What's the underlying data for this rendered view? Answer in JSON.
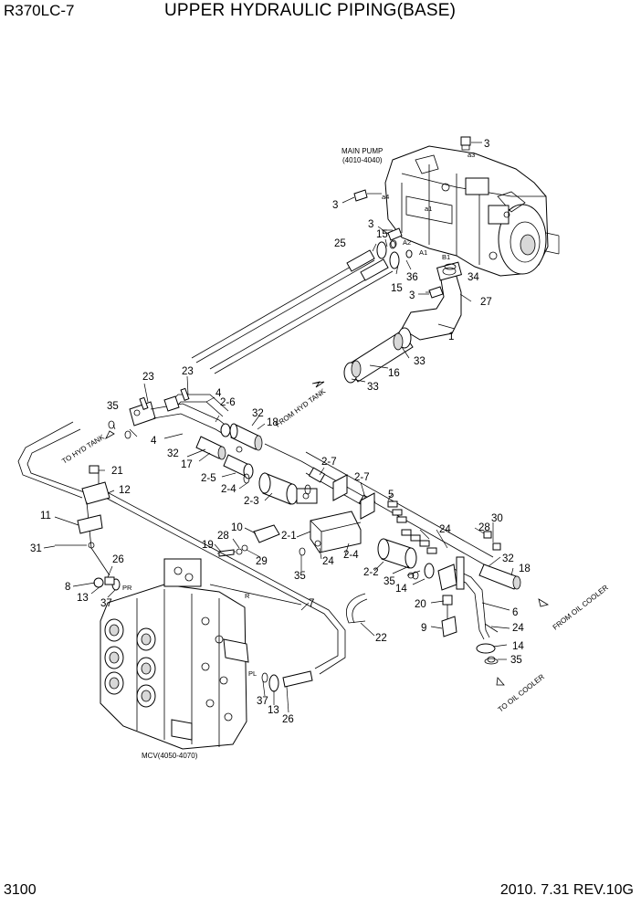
{
  "header": {
    "model": "R370LC-7",
    "title": "UPPER HYDRAULIC PIPING(BASE)"
  },
  "footer": {
    "page": "3100",
    "date_rev": "2010. 7.31  REV.10G"
  },
  "labels": {
    "main_pump": "MAIN PUMP",
    "main_pump_range": "(4010-4040)",
    "mcv": "MCV(4050-4070)",
    "from_hyd_tank": "FROM HYD TANK",
    "to_hyd_tank": "TO HYD TANK",
    "from_oil_cooler": "FROM OIL COOLER",
    "to_oil_cooler": "TO OIL COOLER"
  },
  "port_marks": {
    "a3": "a3",
    "a4": "a4",
    "a1": "a1",
    "a2": "A2",
    "A1": "A1",
    "B1": "B1",
    "R": "R",
    "PL": "PL",
    "PR": "PR"
  },
  "callouts": [
    {
      "id": "c3a",
      "text": "3"
    },
    {
      "id": "c3b",
      "text": "3"
    },
    {
      "id": "c3c",
      "text": "3"
    },
    {
      "id": "c3d",
      "text": "3"
    },
    {
      "id": "c25",
      "text": "25"
    },
    {
      "id": "c15a",
      "text": "15"
    },
    {
      "id": "c15b",
      "text": "15"
    },
    {
      "id": "c36",
      "text": "36"
    },
    {
      "id": "c34",
      "text": "34"
    },
    {
      "id": "c27",
      "text": "27"
    },
    {
      "id": "c1",
      "text": "1"
    },
    {
      "id": "c33a",
      "text": "33"
    },
    {
      "id": "c16",
      "text": "16"
    },
    {
      "id": "c33b",
      "text": "33"
    },
    {
      "id": "c23a",
      "text": "23"
    },
    {
      "id": "c23b",
      "text": "23"
    },
    {
      "id": "c4a",
      "text": "4"
    },
    {
      "id": "c26a",
      "text": "2-6"
    },
    {
      "id": "c35a",
      "text": "35"
    },
    {
      "id": "c32a",
      "text": "32"
    },
    {
      "id": "c18a",
      "text": "18"
    },
    {
      "id": "c4b",
      "text": "4"
    },
    {
      "id": "c32b",
      "text": "32"
    },
    {
      "id": "c17",
      "text": "17"
    },
    {
      "id": "c25b",
      "text": "2-5"
    },
    {
      "id": "c24a",
      "text": "2-4"
    },
    {
      "id": "c23c",
      "text": "2-3"
    },
    {
      "id": "c27a",
      "text": "2-7"
    },
    {
      "id": "c27b",
      "text": "2-7"
    },
    {
      "id": "c5",
      "text": "5"
    },
    {
      "id": "c21",
      "text": "21"
    },
    {
      "id": "c12",
      "text": "12"
    },
    {
      "id": "c11",
      "text": "11"
    },
    {
      "id": "c31",
      "text": "31"
    },
    {
      "id": "c26b",
      "text": "26"
    },
    {
      "id": "c8",
      "text": "8"
    },
    {
      "id": "c13a",
      "text": "13"
    },
    {
      "id": "c37a",
      "text": "37"
    },
    {
      "id": "c10",
      "text": "10"
    },
    {
      "id": "c28a",
      "text": "28"
    },
    {
      "id": "c19",
      "text": "19"
    },
    {
      "id": "c29",
      "text": "29"
    },
    {
      "id": "c21b",
      "text": "2-1"
    },
    {
      "id": "c24b",
      "text": "24"
    },
    {
      "id": "c35b",
      "text": "35"
    },
    {
      "id": "c24c",
      "text": "2-4"
    },
    {
      "id": "c22b",
      "text": "2-2"
    },
    {
      "id": "c24d",
      "text": "24"
    },
    {
      "id": "c28b",
      "text": "28"
    },
    {
      "id": "c30",
      "text": "30"
    },
    {
      "id": "c32c",
      "text": "32"
    },
    {
      "id": "c18b",
      "text": "18"
    },
    {
      "id": "c35c",
      "text": "35"
    },
    {
      "id": "c14a",
      "text": "14"
    },
    {
      "id": "c20",
      "text": "20"
    },
    {
      "id": "c6",
      "text": "6"
    },
    {
      "id": "c9",
      "text": "9"
    },
    {
      "id": "c24e",
      "text": "24"
    },
    {
      "id": "c14b",
      "text": "14"
    },
    {
      "id": "c35d",
      "text": "35"
    },
    {
      "id": "c22",
      "text": "22"
    },
    {
      "id": "c7",
      "text": "7"
    },
    {
      "id": "c37b",
      "text": "37"
    },
    {
      "id": "c13b",
      "text": "13"
    },
    {
      "id": "c26c",
      "text": "26"
    }
  ]
}
